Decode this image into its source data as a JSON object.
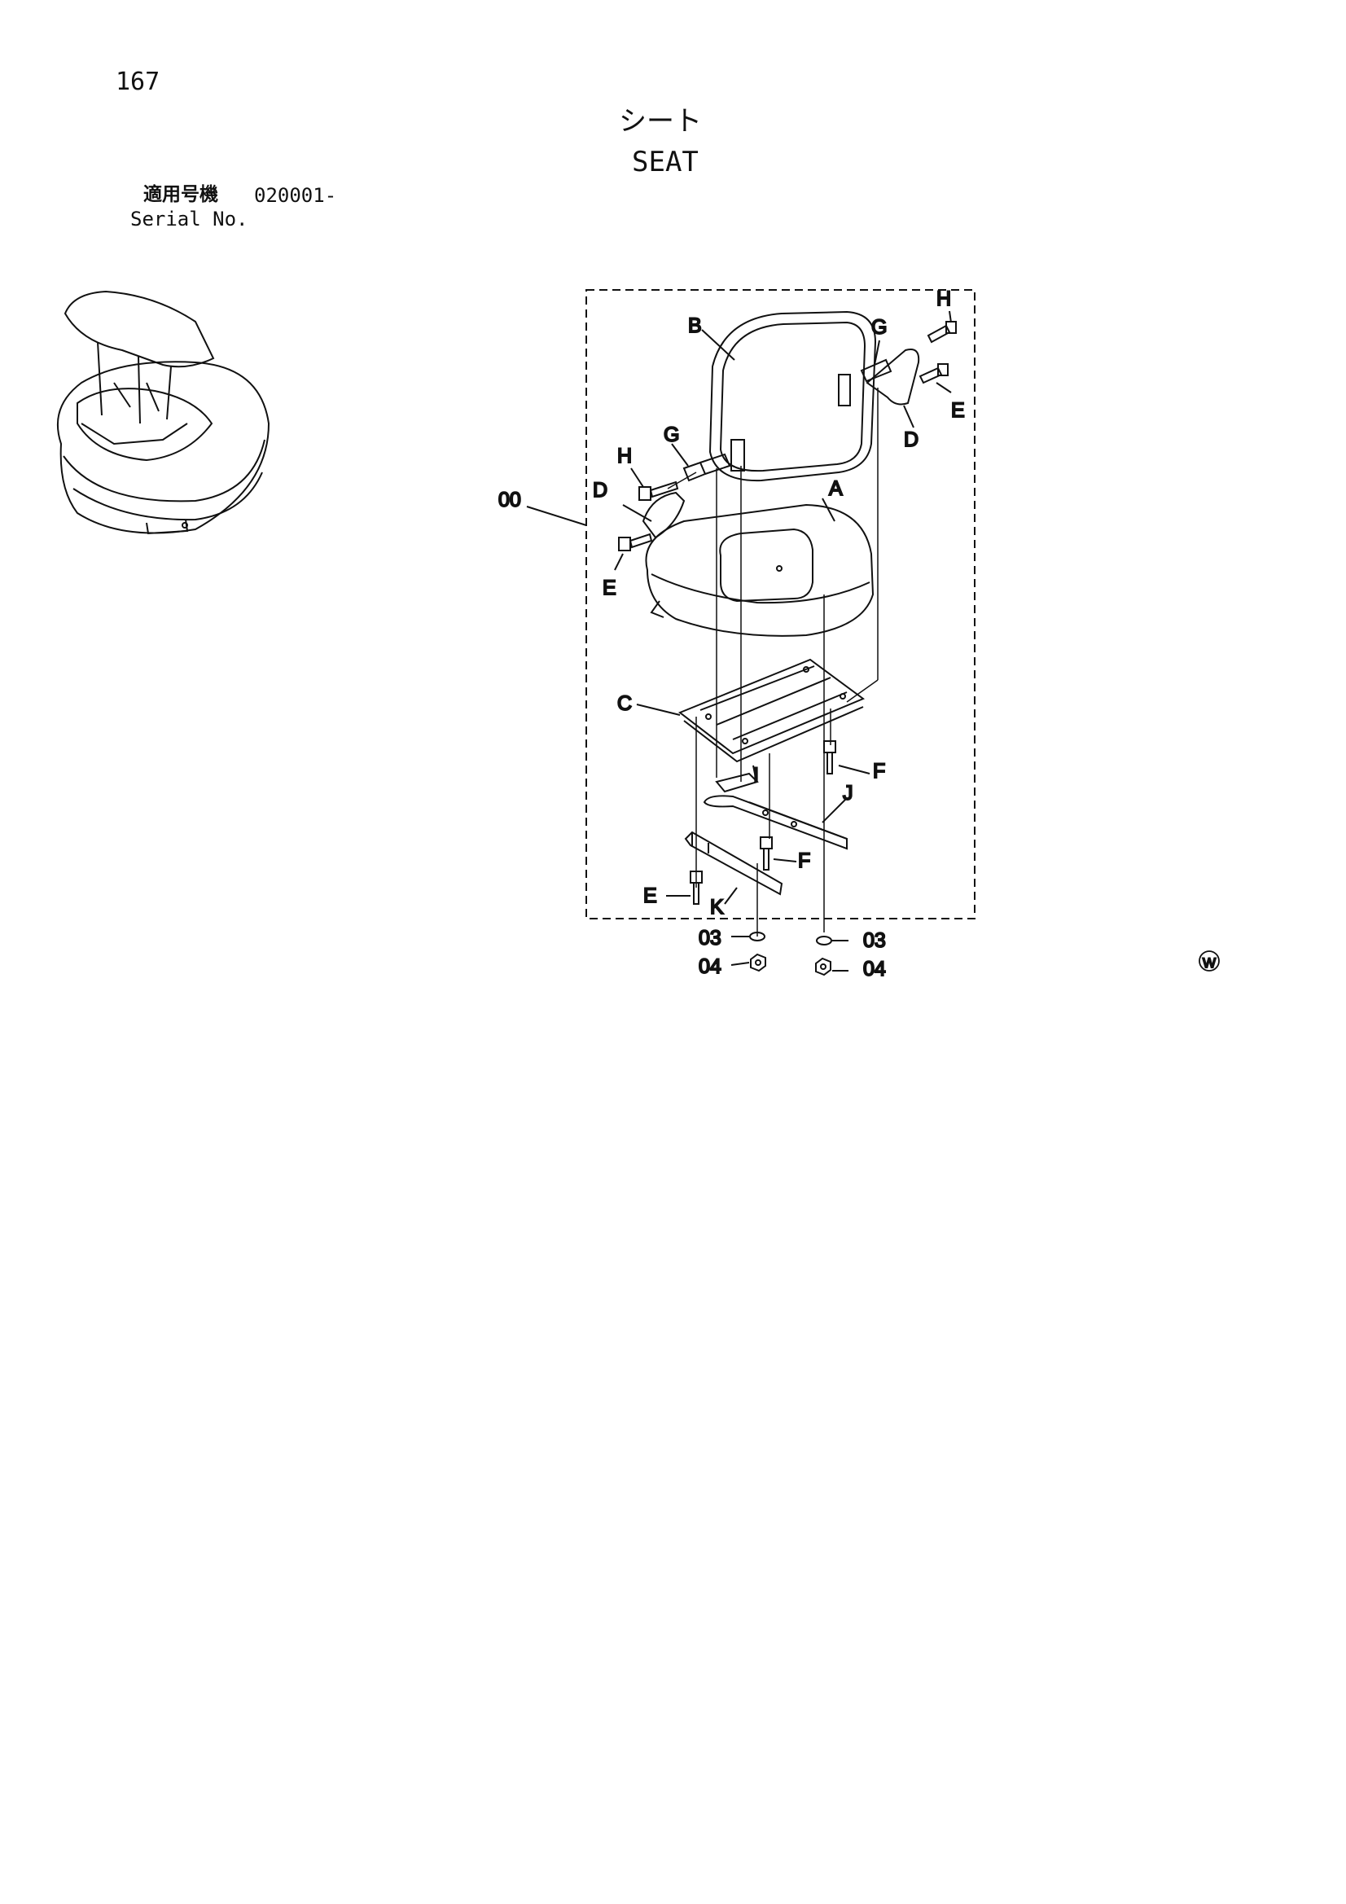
{
  "page": {
    "number": "167",
    "title_jp": "シート",
    "title_en": "SEAT",
    "serial_label_jp": "適用号機",
    "serial_number": "020001-",
    "serial_label_en": "Serial No."
  },
  "callouts": {
    "assembly": "00",
    "A": "A",
    "B": "B",
    "C": "C",
    "D_left": "D",
    "D_right": "D",
    "E_left": "E",
    "E_right": "E",
    "E_bottom": "E",
    "F_upper": "F",
    "F_lower": "F",
    "G_left": "G",
    "G_right": "G",
    "H_left": "H",
    "H_right": "H",
    "I": "I",
    "J": "J",
    "K": "K",
    "washer_left": "03",
    "washer_right": "03",
    "nut_left": "04",
    "nut_right": "04"
  },
  "mark": "W",
  "icons": {
    "machine_overview": "excavator-cab-overview-icon",
    "mark": "circled-w-icon"
  }
}
